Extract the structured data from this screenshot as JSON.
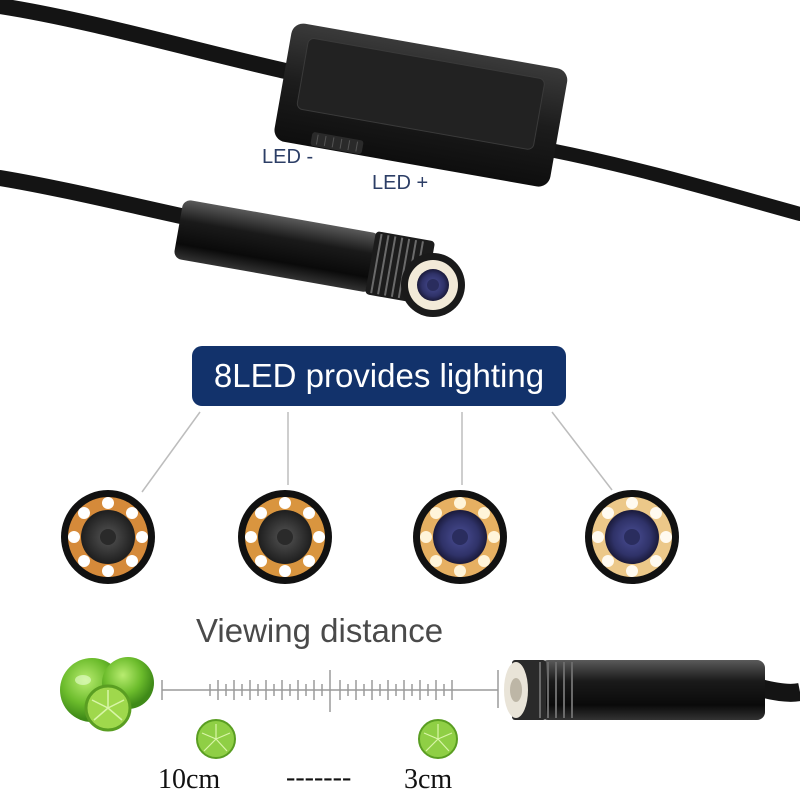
{
  "labels": {
    "led_minus": "LED -",
    "led_plus": "LED +",
    "banner": "8LED provides lighting",
    "viewing_distance": "Viewing distance",
    "distance_far": "10cm",
    "distance_dashes": "-------",
    "distance_near": "3cm"
  },
  "led_views": [
    {
      "id": "view-1",
      "brightness": "high"
    },
    {
      "id": "view-2",
      "brightness": "medium-high"
    },
    {
      "id": "view-3",
      "brightness": "medium"
    },
    {
      "id": "view-4",
      "brightness": "low"
    }
  ],
  "colors": {
    "banner_bg": "#12326b",
    "banner_text": "#ffffff",
    "label_blue": "#2c3e66",
    "cable": "#151515",
    "led_warm": "#e8a045",
    "lens_blue": "#3a3d7a",
    "lime": "#7cc63a"
  }
}
